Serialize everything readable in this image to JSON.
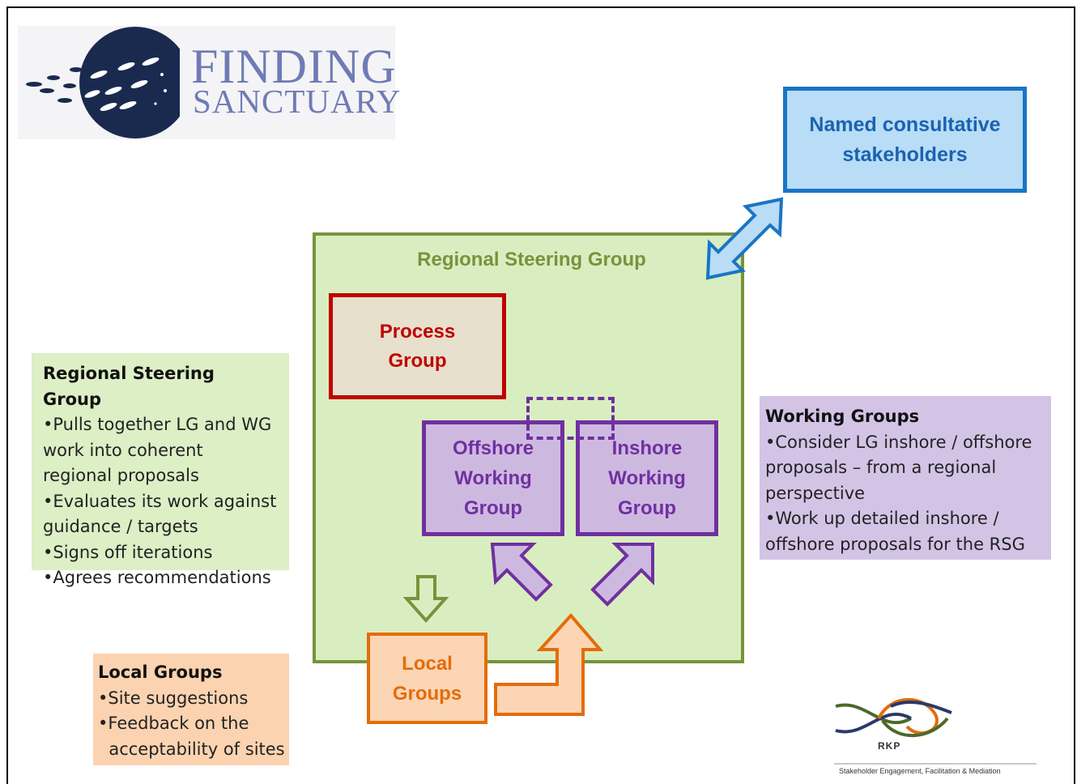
{
  "logo": {
    "line1": "FINDING",
    "line2": "SANCTUARY"
  },
  "named_stakeholders": {
    "line1": "Named consultative",
    "line2": "stakeholders"
  },
  "rsg_box": {
    "title": "Regional Steering Group"
  },
  "process_group": {
    "line1": "Process",
    "line2": "Group"
  },
  "offshore_wg": {
    "line1": "Offshore",
    "line2": "Working",
    "line3": "Group"
  },
  "inshore_wg": {
    "line1": "Inshore",
    "line2": "Working",
    "line3": "Group"
  },
  "local_groups_box": {
    "line1": "Local",
    "line2": "Groups"
  },
  "note_rsg": {
    "title": "Regional Steering Group",
    "lines": [
      "•Pulls together LG and WG",
      "work into coherent",
      "regional proposals",
      "•Evaluates its work against",
      "guidance / targets",
      "•Signs off iterations",
      "•Agrees recommendations"
    ]
  },
  "note_wg": {
    "title": "Working Groups",
    "lines": [
      "•Consider LG inshore / offshore",
      "proposals – from a regional",
      "perspective",
      "•Work up detailed inshore /",
      "offshore proposals for the RSG"
    ]
  },
  "note_lg": {
    "title": "Local Groups",
    "lines": [
      "•Site suggestions",
      "•Feedback on the",
      "  acceptability of sites"
    ]
  },
  "rkp": {
    "label": "RKP",
    "tagline": "Stakeholder Engagement, Facilitation & Mediation"
  },
  "colors": {
    "blue": "#1a75c4",
    "blue_fill": "#b9dcf7",
    "green": "#77933c",
    "green_fill": "#d9eec0",
    "red": "#c00000",
    "red_fill": "#e6e0cc",
    "purple": "#7030a0",
    "purple_fill": "#cdb9e0",
    "orange": "#e46c0a",
    "orange_fill": "#fcd5b4",
    "note_green": "#dcefc5",
    "note_purple": "#d3c4e6",
    "note_orange": "#fcd3b0"
  }
}
